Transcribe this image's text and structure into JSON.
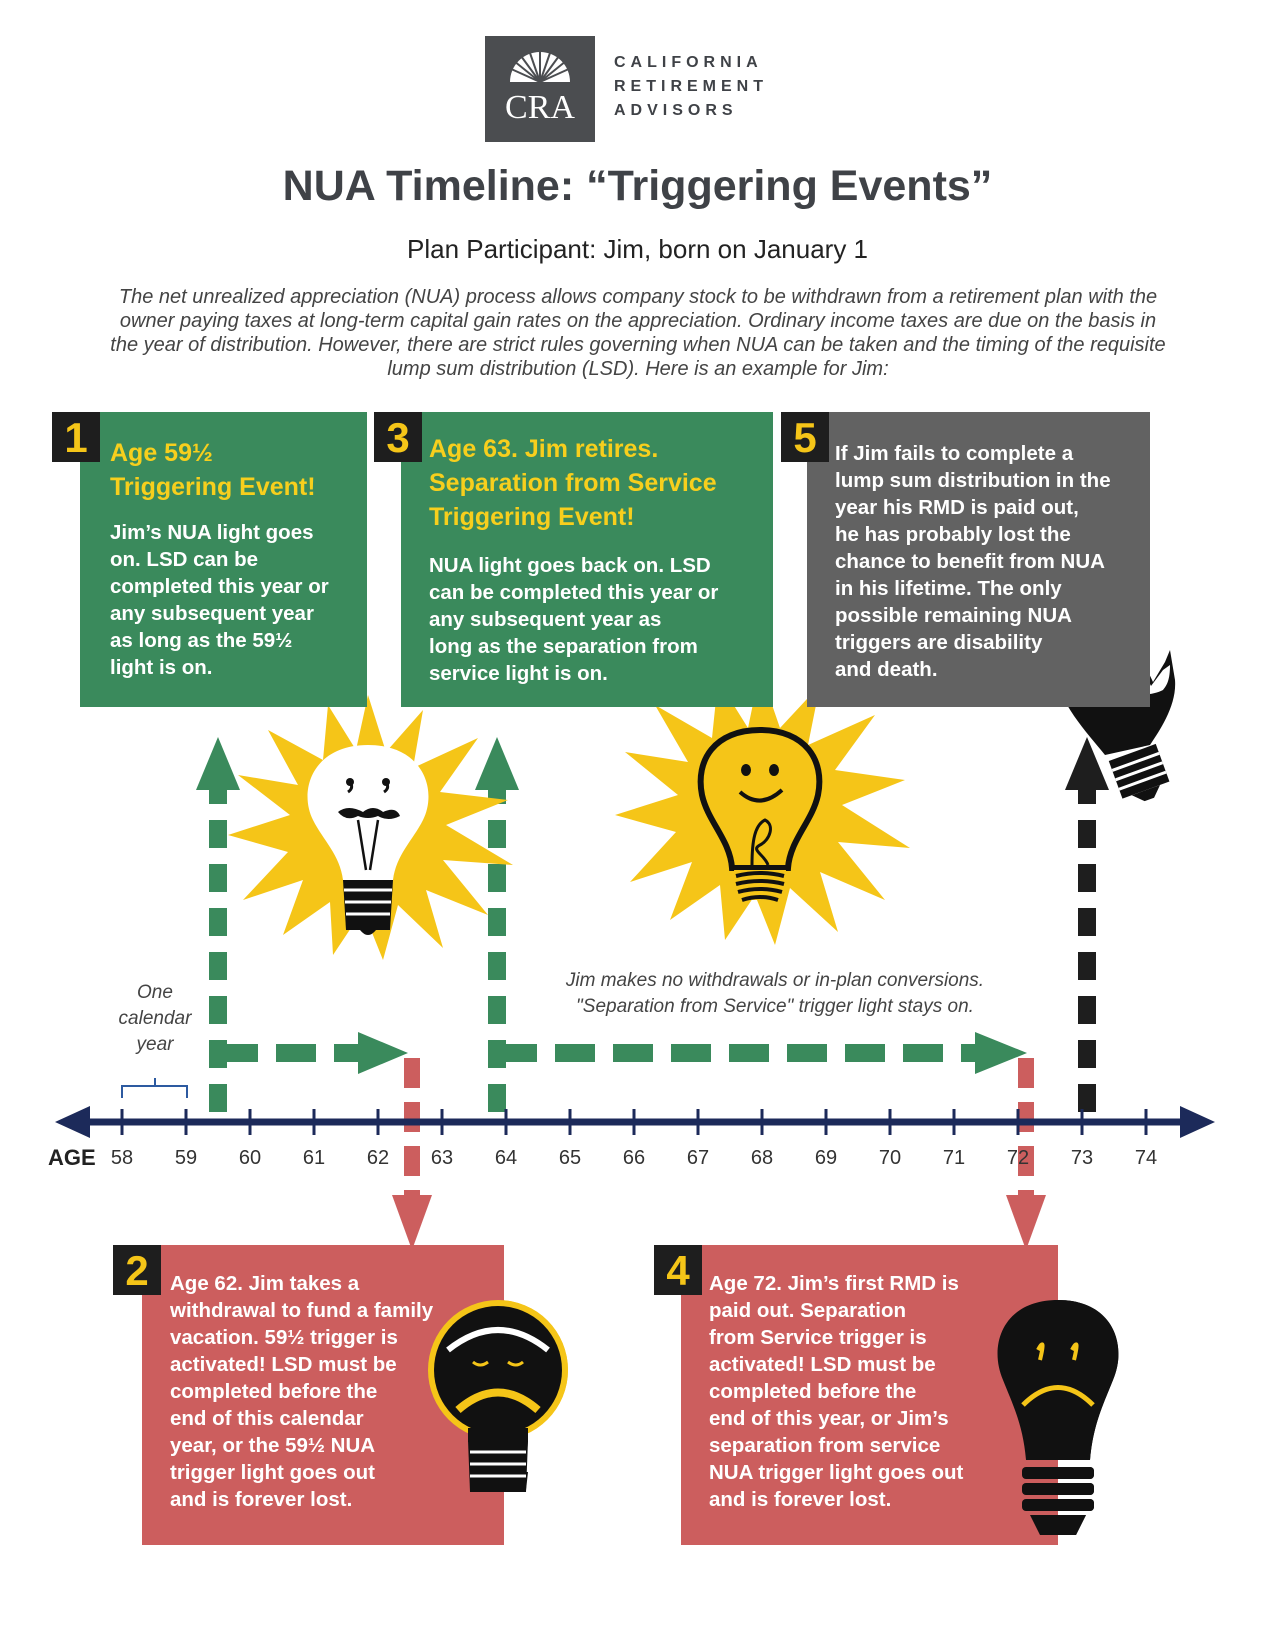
{
  "logo": {
    "mark": "CRA",
    "lines": [
      "CALIFORNIA",
      "RETIREMENT",
      "ADVISORS"
    ]
  },
  "title": "NUA Timeline: “Triggering Events”",
  "subtitle": "Plan Participant: Jim, born on January 1",
  "intro": "The net unrealized appreciation (NUA) process allows company stock to be withdrawn from a retirement plan with the owner paying taxes at long-term capital gain rates on the appreciation. Ordinary income taxes are due on the basis in the year of distribution. However, there are strict rules governing when NUA can be taken and the timing of the requisite lump sum distribution (LSD). Here is an example for Jim:",
  "events": [
    {
      "number": "1",
      "heading": [
        "Age 59½",
        "Triggering Event!"
      ],
      "body": [
        "Jim’s NUA light goes",
        "on. LSD can be",
        "completed this year or",
        "any subsequent year",
        "as long as the 59½",
        "light is on."
      ]
    },
    {
      "number": "2",
      "heading": [],
      "body": [
        "Age 62. Jim takes a",
        "withdrawal to fund a family",
        "vacation. 59½ trigger is",
        "activated! LSD must be",
        "completed before the",
        "end of this calendar",
        "year, or the 59½ NUA",
        "trigger light goes out",
        "and is forever lost."
      ]
    },
    {
      "number": "3",
      "heading": [
        "Age 63. Jim retires.",
        "Separation from Service",
        "Triggering Event!"
      ],
      "body": [
        "NUA light goes back on. LSD",
        "can be completed this year or",
        "any subsequent year as",
        "long as the separation from",
        "service light is on."
      ]
    },
    {
      "number": "4",
      "heading": [],
      "body": [
        "Age 72. Jim’s first RMD is",
        "paid out. Separation",
        "from Service trigger is",
        "activated! LSD must be",
        "completed before the",
        "end of this year, or Jim’s",
        "separation from service",
        "NUA trigger light goes out",
        "and is forever lost."
      ]
    },
    {
      "number": "5",
      "heading": [],
      "body": [
        "If Jim fails to complete a",
        "lump sum distribution in the",
        "year his RMD is paid out,",
        "he has probably lost the",
        "chance to benefit from NUA",
        "in his lifetime. The only",
        "possible remaining NUA",
        "triggers are disability",
        "and death."
      ]
    }
  ],
  "timeline": {
    "axis_label": "AGE",
    "ages": [
      "58",
      "59",
      "60",
      "61",
      "62",
      "63",
      "64",
      "65",
      "66",
      "67",
      "68",
      "69",
      "70",
      "71",
      "72",
      "73",
      "74"
    ],
    "calendar_note": [
      "One",
      "calendar",
      "year"
    ],
    "middle_note": [
      "Jim makes no withdrawals or in-plan conversions.",
      "\"Separation from Service\" trigger light stays on."
    ]
  },
  "colors": {
    "green": "#3a8a5c",
    "red": "#cc5e5e",
    "grey": "#626262",
    "navy": "#1c2a5a",
    "yellow": "#f5c518",
    "dark": "#1e1e1e"
  },
  "icons": [
    "sun-bulb-mustache-icon",
    "sun-bulb-smile-icon",
    "broken-bulb-icon",
    "sad-bulb-icon",
    "sad-bulb-icon-2"
  ]
}
